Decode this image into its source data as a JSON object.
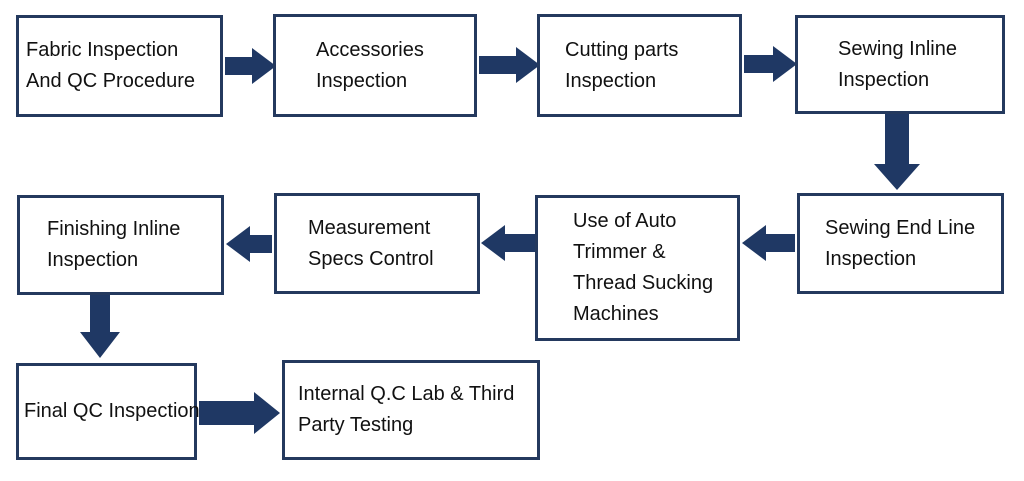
{
  "diagram_type": "flowchart",
  "nodes": [
    {
      "id": "fabric-inspection",
      "lines": [
        "Fabric Inspection",
        "And QC Procedure"
      ]
    },
    {
      "id": "accessories-inspection",
      "lines": [
        "Accessories",
        "Inspection"
      ]
    },
    {
      "id": "cutting-parts-inspection",
      "lines": [
        "Cutting parts",
        "Inspection"
      ]
    },
    {
      "id": "sewing-inline-inspection",
      "lines": [
        "Sewing Inline",
        "Inspection"
      ]
    },
    {
      "id": "sewing-end-line-inspection",
      "lines": [
        "Sewing End Line",
        "Inspection"
      ]
    },
    {
      "id": "auto-trimmer-thread-sucking",
      "lines": [
        "Use of Auto",
        "Trimmer &",
        "Thread Sucking",
        "Machines"
      ]
    },
    {
      "id": "measurement-specs-control",
      "lines": [
        "Measurement",
        "Specs Control"
      ]
    },
    {
      "id": "finishing-inline-inspection",
      "lines": [
        "Finishing Inline",
        "Inspection"
      ]
    },
    {
      "id": "final-qc-inspection",
      "lines": [
        "Final QC Inspection"
      ]
    },
    {
      "id": "internal-qc-lab-third-party",
      "lines": [
        "Internal Q.C Lab & Third",
        "Party Testing"
      ]
    }
  ],
  "edges": [
    {
      "from": "fabric-inspection",
      "to": "accessories-inspection",
      "direction": "right"
    },
    {
      "from": "accessories-inspection",
      "to": "cutting-parts-inspection",
      "direction": "right"
    },
    {
      "from": "cutting-parts-inspection",
      "to": "sewing-inline-inspection",
      "direction": "right"
    },
    {
      "from": "sewing-inline-inspection",
      "to": "sewing-end-line-inspection",
      "direction": "down"
    },
    {
      "from": "sewing-end-line-inspection",
      "to": "auto-trimmer-thread-sucking",
      "direction": "left"
    },
    {
      "from": "auto-trimmer-thread-sucking",
      "to": "measurement-specs-control",
      "direction": "left"
    },
    {
      "from": "measurement-specs-control",
      "to": "finishing-inline-inspection",
      "direction": "left"
    },
    {
      "from": "finishing-inline-inspection",
      "to": "final-qc-inspection",
      "direction": "down"
    },
    {
      "from": "final-qc-inspection",
      "to": "internal-qc-lab-third-party",
      "direction": "right"
    }
  ],
  "colors": {
    "border": "#24395E",
    "arrow": "#1F3864",
    "text": "#111111",
    "background": "#FFFFFF"
  }
}
